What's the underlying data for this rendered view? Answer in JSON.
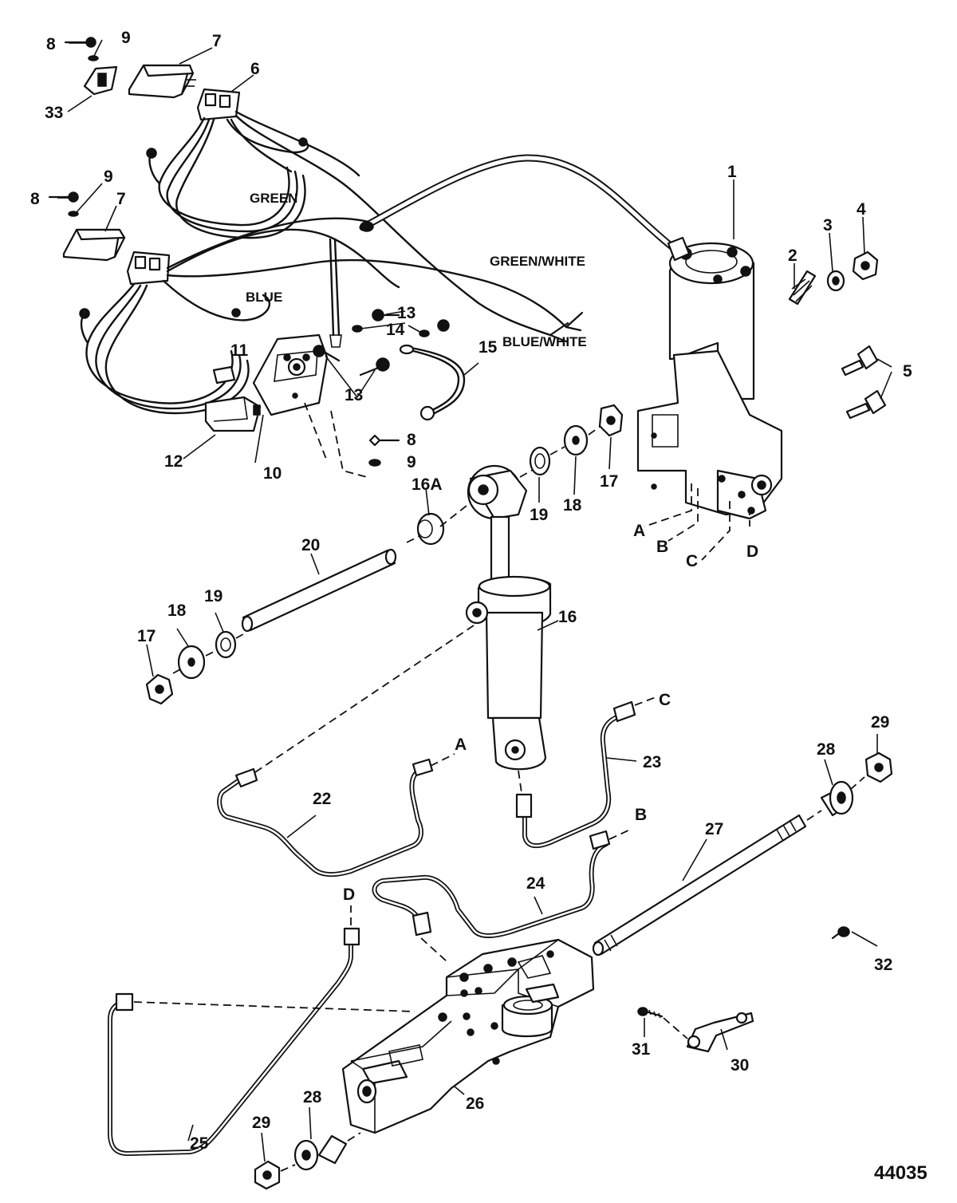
{
  "figure_number": "44035",
  "wire_labels": {
    "green": "GREEN",
    "green_white": "GREEN/WHITE",
    "blue": "BLUE",
    "blue_white": "BLUE/WHITE"
  },
  "callouts": {
    "c1": "1",
    "c2": "2",
    "c3": "3",
    "c4": "4",
    "c5": "5",
    "c6": "6",
    "c7a": "7",
    "c7b": "7",
    "c8a": "8",
    "c8b": "8",
    "c8c": "8",
    "c9a": "9",
    "c9b": "9",
    "c9c": "9",
    "c10": "10",
    "c11": "11",
    "c12": "12",
    "c13a": "13",
    "c13b": "13",
    "c14": "14",
    "c15": "15",
    "c16": "16",
    "c16a": "16A",
    "c17a": "17",
    "c17b": "17",
    "c18a": "18",
    "c18b": "18",
    "c19a": "19",
    "c19b": "19",
    "c20": "20",
    "c22": "22",
    "c23": "23",
    "c24": "24",
    "c25": "25",
    "c26": "26",
    "c27": "27",
    "c28a": "28",
    "c28b": "28",
    "c29a": "29",
    "c29b": "29",
    "c30": "30",
    "c31": "31",
    "c32": "32",
    "c33": "33"
  },
  "port_letters": {
    "pumpA": "A",
    "pumpB": "B",
    "pumpC": "C",
    "pumpD": "D",
    "lineA": "A",
    "lineB": "B",
    "lineC": "C",
    "lineD": "D"
  }
}
